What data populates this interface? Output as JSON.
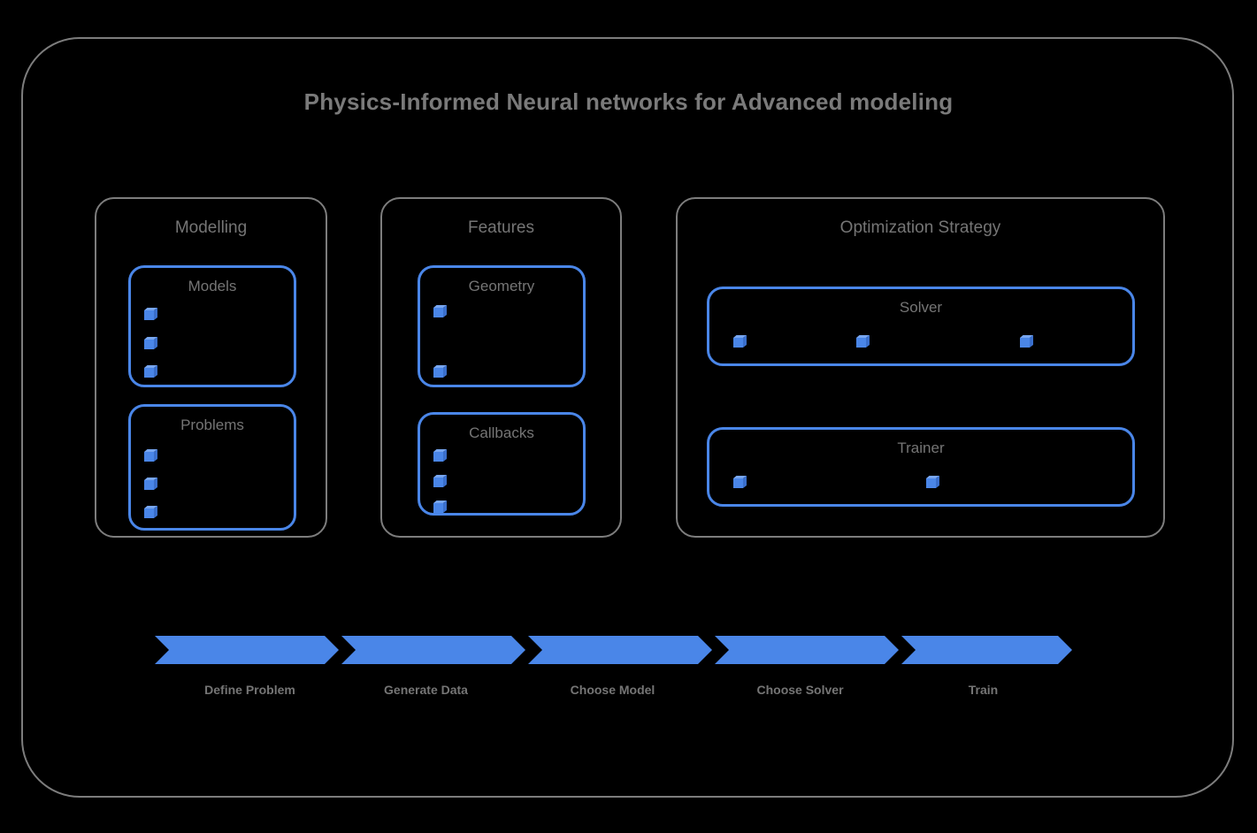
{
  "title": "Physics-Informed Neural networks for Advanced modeling",
  "colors": {
    "background": "#000000",
    "frame_border": "#7d7d7d",
    "accent_blue": "#4a86e8",
    "label_gray": "#757575"
  },
  "groups": [
    {
      "name": "Modelling",
      "label": "Modelling",
      "boxes": [
        {
          "label": "Models",
          "items": 3,
          "layout": "vertical"
        },
        {
          "label": "Problems",
          "items": 3,
          "layout": "vertical"
        }
      ]
    },
    {
      "name": "Features",
      "label": "Features",
      "boxes": [
        {
          "label": "Geometry",
          "items": 2,
          "layout": "vertical"
        },
        {
          "label": "Callbacks",
          "items": 3,
          "layout": "vertical"
        }
      ]
    },
    {
      "name": "Optimization Strategy",
      "label": "Optimization Strategy",
      "boxes": [
        {
          "label": "Solver",
          "items": 3,
          "layout": "horizontal"
        },
        {
          "label": "Trainer",
          "items": 2,
          "layout": "horizontal"
        }
      ]
    }
  ],
  "pipeline": {
    "steps": [
      {
        "label": "Define Problem"
      },
      {
        "label": "Generate Data"
      },
      {
        "label": "Choose Model"
      },
      {
        "label": "Choose Solver"
      },
      {
        "label": "Train"
      }
    ]
  },
  "icons": {
    "cube": "cube-icon"
  }
}
